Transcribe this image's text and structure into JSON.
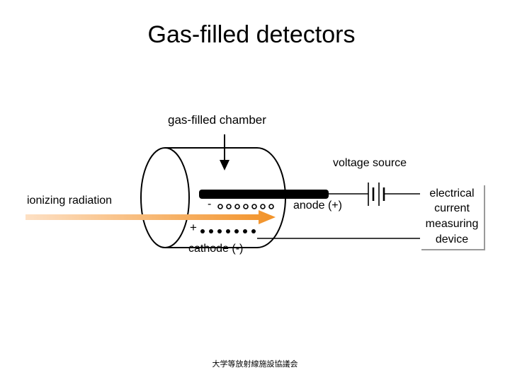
{
  "title": "Gas-filled detectors",
  "labels": {
    "chamber": "gas-filled chamber",
    "voltage_source": "voltage source",
    "ionizing_radiation": "ionizing radiation",
    "anode": "anode (+)",
    "cathode": "cathode (-)",
    "negative_sign": "-",
    "positive_sign": "+",
    "measuring_device": "electrical\ncurrent\nmeasuring\ndevice"
  },
  "footer": "大学等放射線施設協議会",
  "colors": {
    "line": "#000000",
    "beam_start": "#fde0c4",
    "beam_end": "#f29228",
    "device_shadow": "#9a9a9a"
  }
}
